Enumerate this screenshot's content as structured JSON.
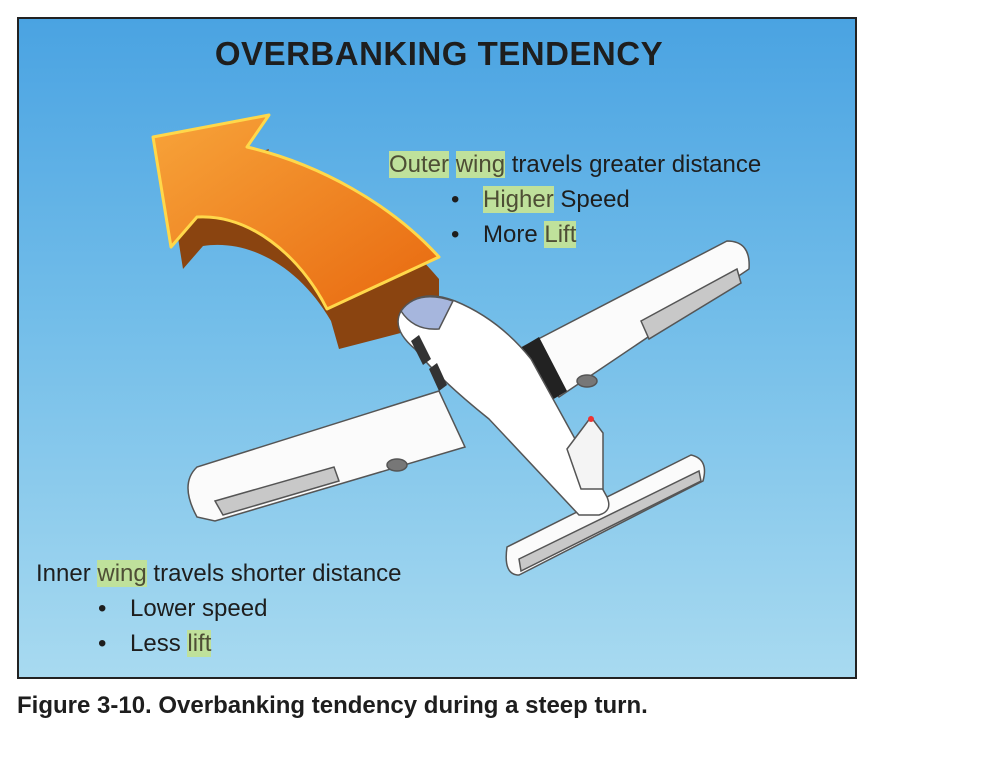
{
  "figure": {
    "title": "OVERBANKING TENDENCY",
    "caption": "Figure 3-10. Overbanking tendency during a steep turn."
  },
  "outer_wing": {
    "heading_parts": [
      "Outer",
      " ",
      "wing",
      " travels greater distance"
    ],
    "bullets": [
      {
        "highlight": "Higher",
        "text": " Speed"
      },
      {
        "prefix": "More ",
        "highlight": "Lift"
      }
    ]
  },
  "inner_wing": {
    "heading_parts": [
      "Inner ",
      "wing",
      " travels shorter distance"
    ],
    "bullets": [
      {
        "text": "Lower speed"
      },
      {
        "prefix": "Less ",
        "highlight": "lift"
      }
    ]
  },
  "colors": {
    "sky_top": "#4aa3e2",
    "sky_bottom": "#a8daf0",
    "arrow": "#f07f1e",
    "arrow_outline": "#ffd84a",
    "highlight": "#bfe19b"
  },
  "icons": [
    "turn-direction-arrow-icon",
    "airplane-icon"
  ]
}
